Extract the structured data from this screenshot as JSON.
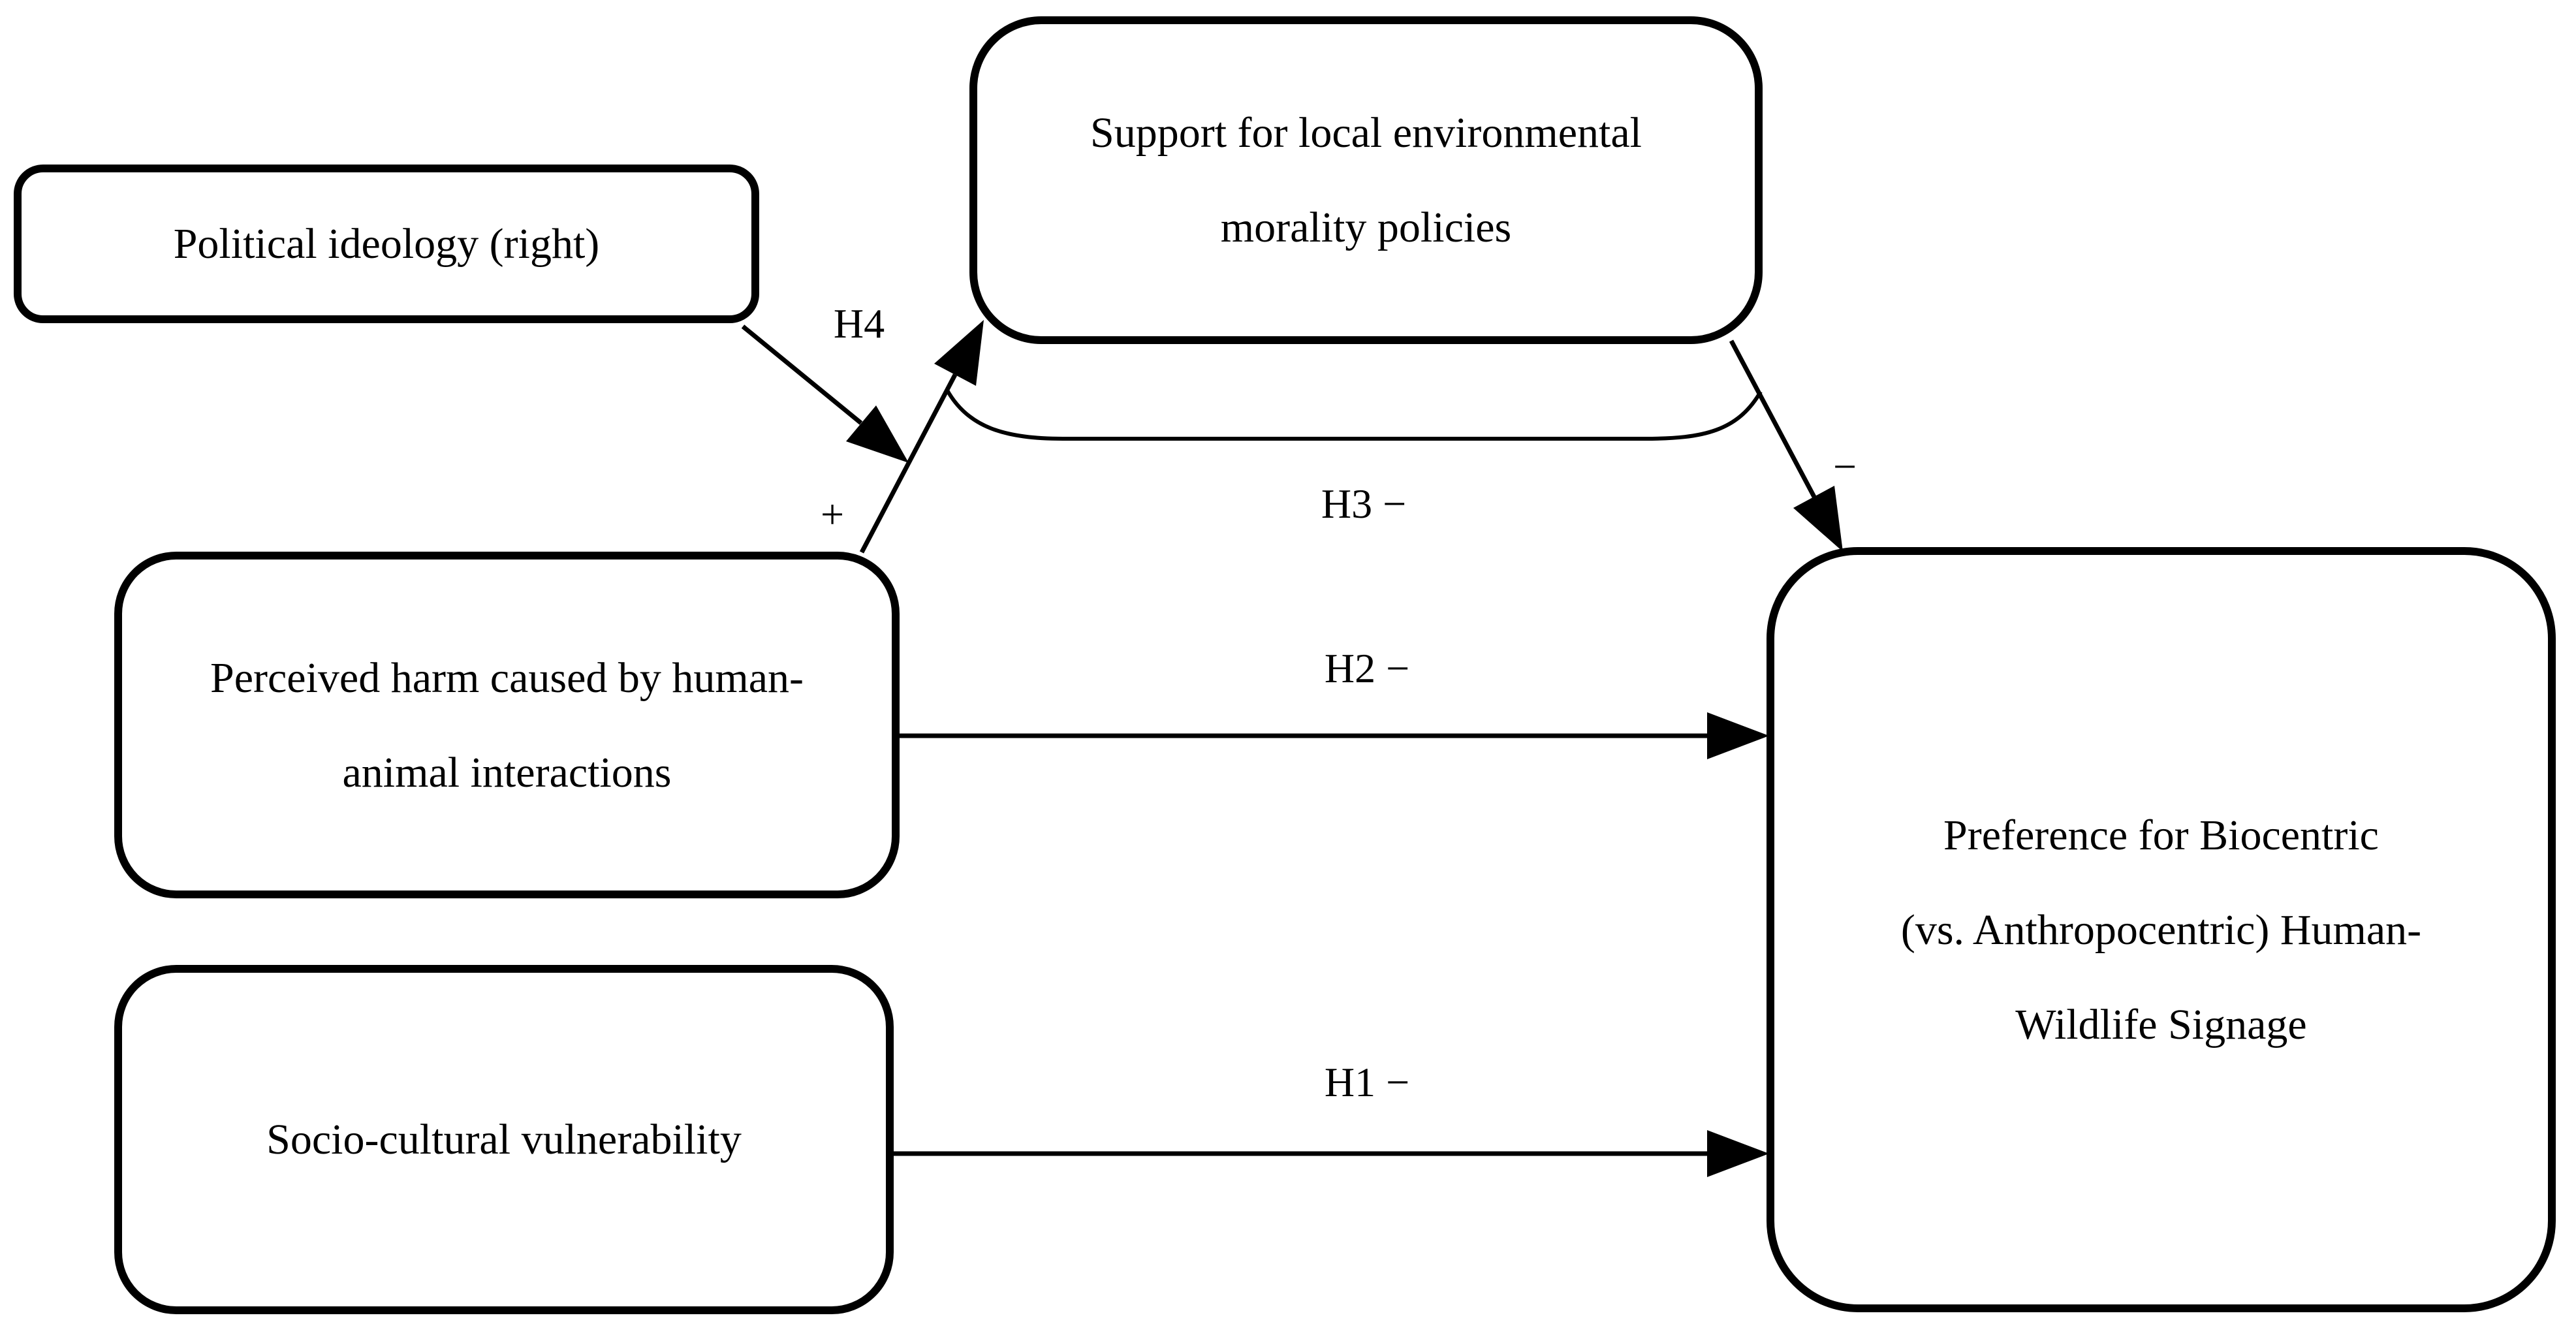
{
  "figure": {
    "background": "#ffffff",
    "stroke_color": "#000000"
  },
  "boxes": {
    "political": {
      "label": "Political ideology (right)"
    },
    "support": {
      "line1": "Support for local environmental",
      "line2": "morality policies"
    },
    "perceived_harm": {
      "line1": "Perceived harm caused by human-",
      "line2": "animal interactions"
    },
    "socio_cultural": {
      "label": "Socio-cultural vulnerability"
    },
    "preference": {
      "line1": "Preference for Biocentric",
      "line2": "(vs. Anthropocentric) Human-",
      "line3": "Wildlife Signage"
    }
  },
  "path_labels": {
    "h4": "H4",
    "plus": "+",
    "h3_minus": "H3 −",
    "h2_minus": "H2 −",
    "h1_minus": "H1 −",
    "minus": "−"
  }
}
